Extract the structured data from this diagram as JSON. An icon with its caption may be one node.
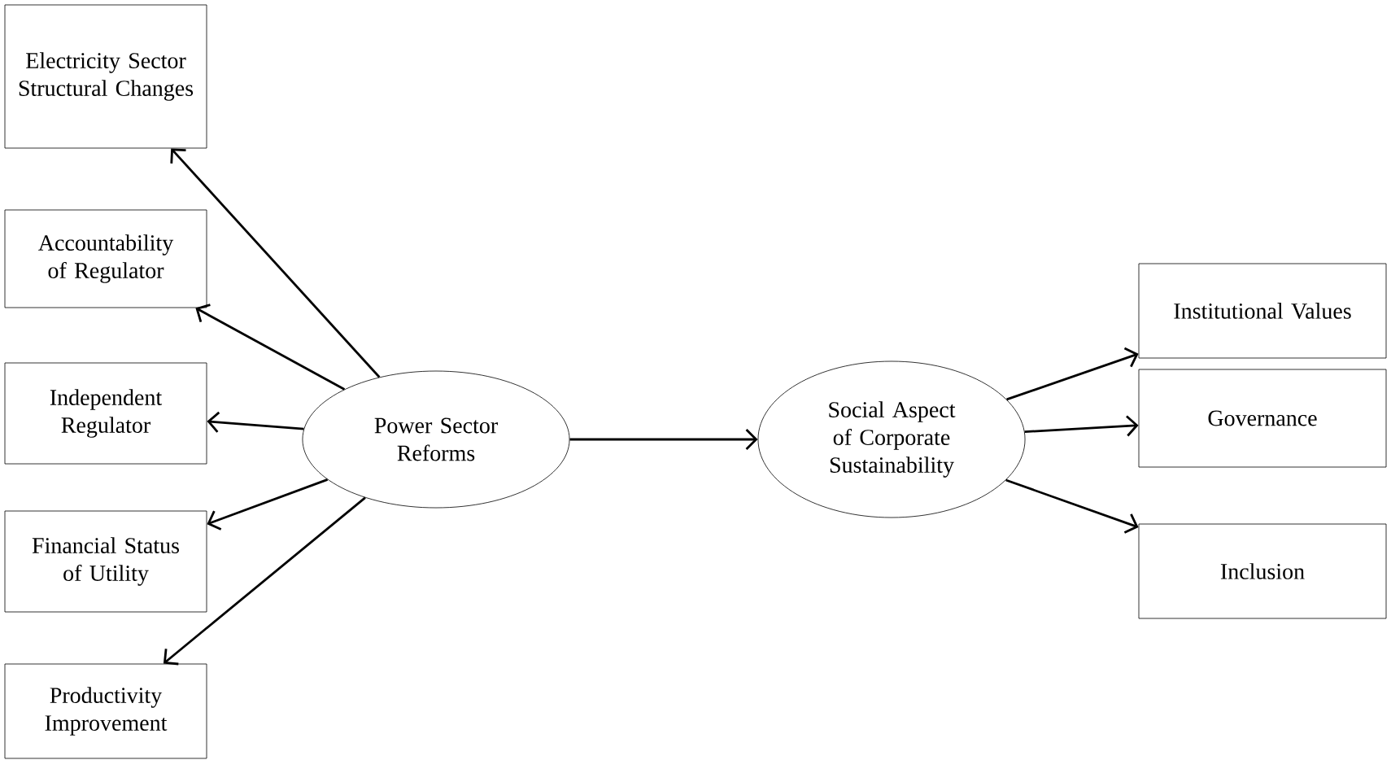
{
  "diagram": {
    "nodes": [
      {
        "text": [
          "Electricity Sector Structural Changes"
        ]
      },
      {
        "text": [
          "Accountability of Regulator"
        ]
      },
      {
        "text": [
          "Independent Regulator"
        ]
      },
      {
        "text": [
          "Financial Status of Utility"
        ]
      },
      {
        "text": [
          "Productivity Improvement"
        ]
      },
      {
        "text": [
          "Power Sector Reforms"
        ]
      },
      {
        "text": [
          "Social Aspect of Corporate Sustainability"
        ]
      },
      {
        "text": [
          "Institutional Values"
        ]
      },
      {
        "text": [
          "Governance"
        ]
      },
      {
        "text": [
          "Inclusion"
        ]
      }
    ],
    "edges": [
      {
        "from": 5,
        "to": 0,
        "arrow": "to"
      },
      {
        "from": 5,
        "to": 1,
        "arrow": "to"
      },
      {
        "from": 5,
        "to": 2,
        "arrow": "to"
      },
      {
        "from": 5,
        "to": 3,
        "arrow": "to"
      },
      {
        "from": 5,
        "to": 4,
        "arrow": "to"
      },
      {
        "from": 5,
        "to": 6,
        "arrow": "to"
      },
      {
        "from": 6,
        "to": 7,
        "arrow": "to"
      },
      {
        "from": 6,
        "to": 8,
        "arrow": "to"
      },
      {
        "from": 6,
        "to": 9,
        "arrow": "to"
      }
    ]
  }
}
